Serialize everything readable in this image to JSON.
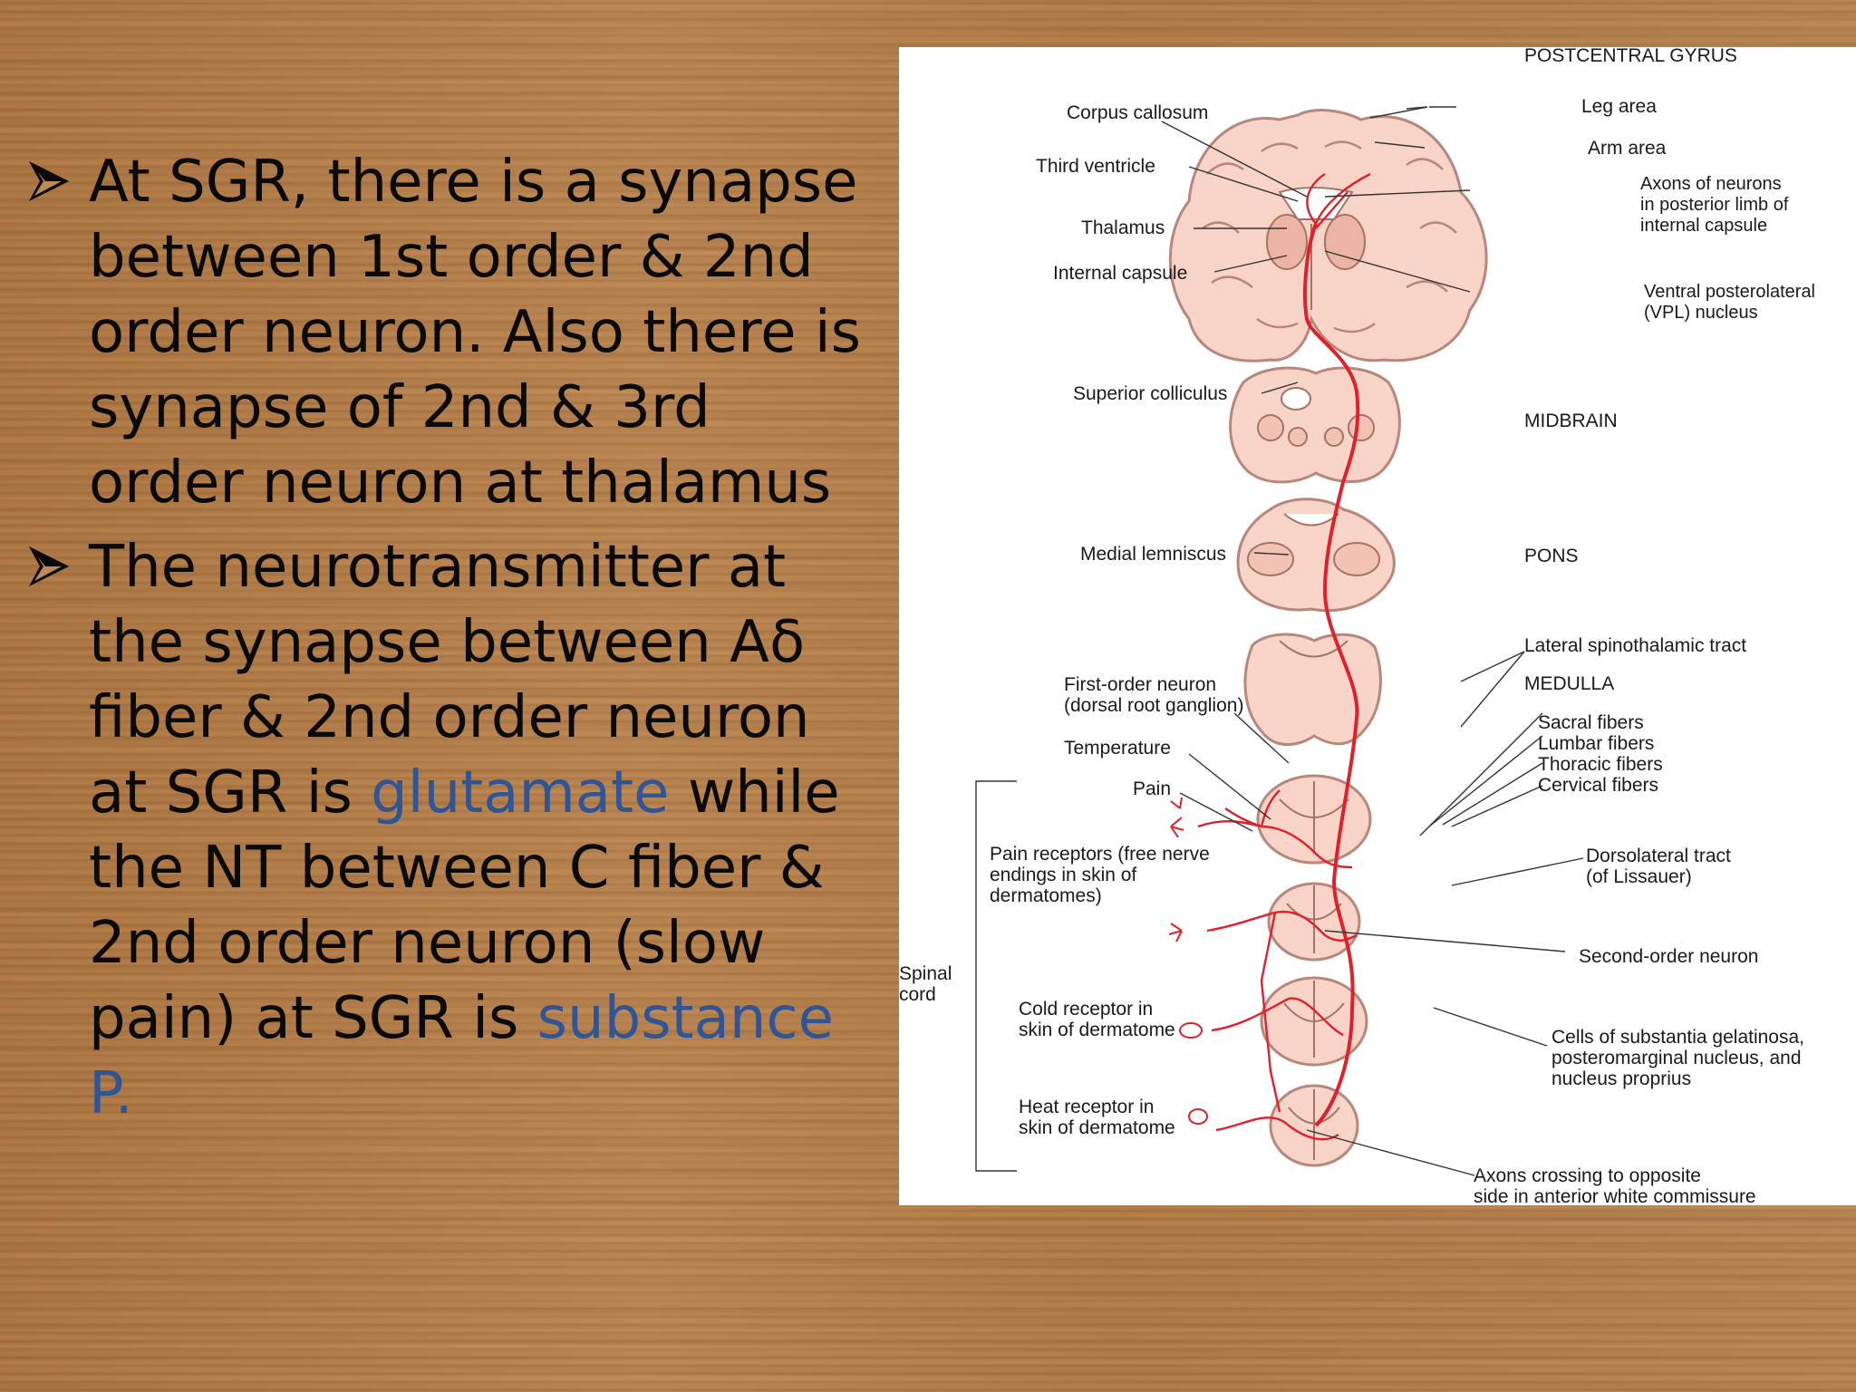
{
  "bullets": [
    {
      "text": "At SGR, there is a synapse between 1st order & 2nd order neuron. Also there is synapse of 2nd & 3rd order neuron at thalamus"
    },
    {
      "text_a": "The neurotransmitter at the synapse between Aδ fiber & 2nd order neuron at SGR is ",
      "highlight_1": "glutamate",
      "text_b": " while the NT between C fiber & 2nd order neuron (slow pain) at SGR is ",
      "highlight_2": "substance P."
    }
  ],
  "figure": {
    "labels": {
      "postcentral_gyrus": "POSTCENTRAL GYRUS",
      "corpus_callosum": "Corpus callosum",
      "leg_area": "Leg area",
      "third_ventricle": "Third ventricle",
      "arm_area": "Arm area",
      "axons_1": "Axons of neurons",
      "axons_2": "in posterior limb of",
      "axons_3": "internal capsule",
      "thalamus": "Thalamus",
      "internal_capsule": "Internal capsule",
      "vpl_1": "Ventral posterolateral",
      "vpl_2": "(VPL) nucleus",
      "superior_colliculus": "Superior colliculus",
      "midbrain": "MIDBRAIN",
      "medial_lemniscus": "Medial lemniscus",
      "pons": "PONS",
      "lateral_spinothalamic": "Lateral spinothalamic tract",
      "medulla": "MEDULLA",
      "first_order_1": "First-order neuron",
      "first_order_2": "(dorsal root ganglion)",
      "sacral": "Sacral fibers",
      "lumbar": "Lumbar fibers",
      "thoracic": "Thoracic fibers",
      "cervical": "Cervical fibers",
      "temperature": "Temperature",
      "pain": "Pain",
      "pain_receptors_1": "Pain receptors (free nerve",
      "pain_receptors_2": "endings in skin of",
      "pain_receptors_3": "dermatomes)",
      "dorsolateral_1": "Dorsolateral tract",
      "dorsolateral_2": "(of Lissauer)",
      "second_order": "Second-order neuron",
      "spinal_1": "Spinal",
      "spinal_2": "cord",
      "cold_1": "Cold receptor in",
      "cold_2": "skin of dermatome",
      "cells_1": "Cells of substantia gelatinosa,",
      "cells_2": "posteromarginal nucleus, and",
      "cells_3": "nucleus proprius",
      "heat_1": "Heat receptor in",
      "heat_2": "skin of dermatome",
      "crossing_1": "Axons crossing to opposite",
      "crossing_2": "side in anterior white commissure"
    }
  },
  "colors": {
    "highlight": "#2f5596",
    "pathway": "#e0202a",
    "tissue": "#f7d3c8"
  }
}
